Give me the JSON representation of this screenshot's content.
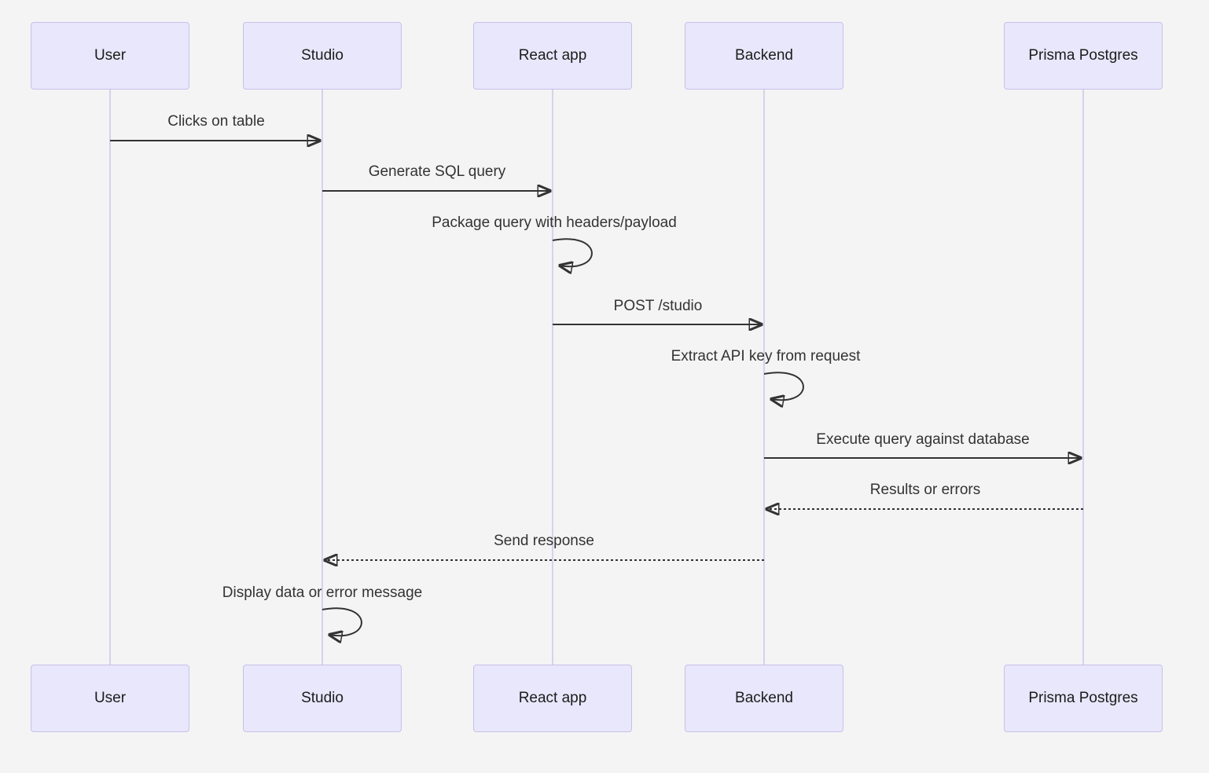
{
  "diagram": {
    "type": "sequence",
    "colors": {
      "background": "#f4f4f4",
      "actor_fill": "#e8e7fb",
      "actor_border": "#c8c0e9",
      "lifeline": "#d8d0ef",
      "arrow": "#333333",
      "text": "#333333"
    },
    "actors": [
      {
        "name": "User"
      },
      {
        "name": "Studio"
      },
      {
        "name": "React app"
      },
      {
        "name": "Backend"
      },
      {
        "name": "Prisma Postgres"
      }
    ],
    "messages": [
      {
        "text": "Clicks on table",
        "from": "User",
        "to": "Studio",
        "style": "solid"
      },
      {
        "text": "Generate SQL query",
        "from": "Studio",
        "to": "React app",
        "style": "solid"
      },
      {
        "text": "Package query with headers/payload",
        "from": "React app",
        "to": "React app",
        "style": "self"
      },
      {
        "text": "POST /studio",
        "from": "React app",
        "to": "Backend",
        "style": "solid"
      },
      {
        "text": "Extract API key from request",
        "from": "Backend",
        "to": "Backend",
        "style": "self"
      },
      {
        "text": "Execute query against database",
        "from": "Backend",
        "to": "Prisma Postgres",
        "style": "solid"
      },
      {
        "text": "Results or errors",
        "from": "Prisma Postgres",
        "to": "Backend",
        "style": "dashed"
      },
      {
        "text": "Send response",
        "from": "Backend",
        "to": "Studio",
        "style": "dashed"
      },
      {
        "text": "Display data or error message",
        "from": "Studio",
        "to": "Studio",
        "style": "self"
      }
    ]
  }
}
